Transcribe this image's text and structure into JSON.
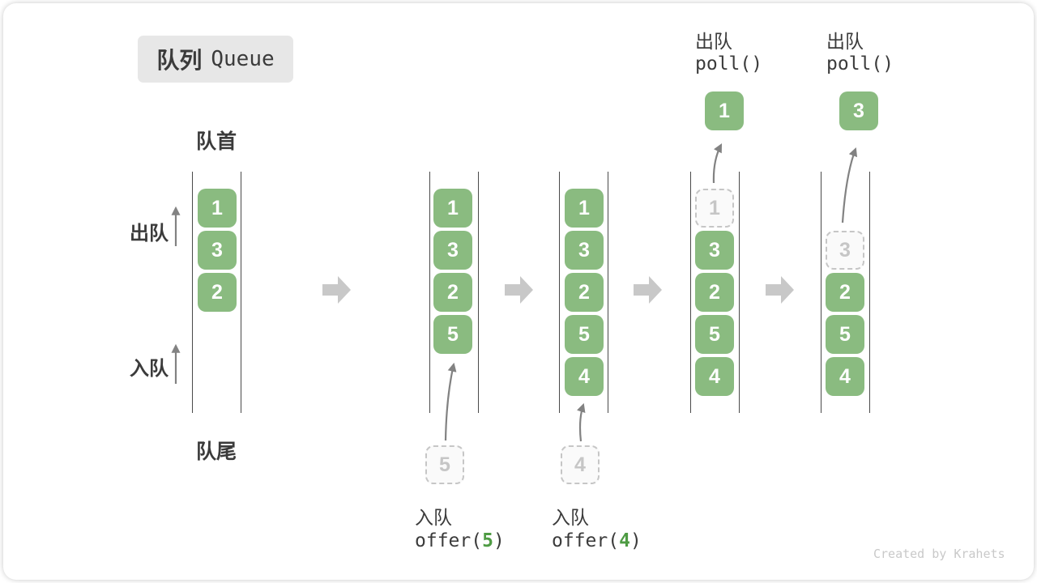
{
  "title": {
    "zh": "队列",
    "en": "Queue"
  },
  "labels": {
    "front": "队首",
    "rear": "队尾",
    "dequeue": "出队",
    "enqueue": "入队"
  },
  "states": [
    {
      "name": "initial",
      "boxes": [
        {
          "value": "1"
        },
        {
          "value": "3"
        },
        {
          "value": "2"
        }
      ]
    },
    {
      "name": "after-offer-5",
      "boxes": [
        {
          "value": "1"
        },
        {
          "value": "3"
        },
        {
          "value": "2"
        },
        {
          "value": "5"
        }
      ],
      "incoming": "5"
    },
    {
      "name": "after-offer-4",
      "boxes": [
        {
          "value": "1"
        },
        {
          "value": "3"
        },
        {
          "value": "2"
        },
        {
          "value": "5"
        },
        {
          "value": "4"
        }
      ],
      "incoming": "4"
    },
    {
      "name": "after-poll-1",
      "boxes": [
        {
          "value": "1",
          "removed": true
        },
        {
          "value": "3"
        },
        {
          "value": "2"
        },
        {
          "value": "5"
        },
        {
          "value": "4"
        }
      ],
      "result": "1"
    },
    {
      "name": "after-poll-3",
      "boxes": [
        {
          "value": "3",
          "removed": true
        },
        {
          "value": "2"
        },
        {
          "value": "5"
        },
        {
          "value": "4"
        }
      ],
      "result": "3"
    }
  ],
  "operations": {
    "offer5": {
      "label": "入队",
      "fn": "offer(",
      "arg": "5",
      "close": ")"
    },
    "offer4": {
      "label": "入队",
      "fn": "offer(",
      "arg": "4",
      "close": ")"
    },
    "poll1": {
      "label": "出队",
      "code": "poll()"
    },
    "poll2": {
      "label": "出队",
      "code": "poll()"
    }
  },
  "watermark": "Created by Krahets",
  "colors": {
    "box_green": "#8abb80",
    "code_green": "#4e9b43",
    "text_dark": "#3b3b3b",
    "flow_arrow_gray": "#c8c8c8",
    "dashed_gray": "#c6c6c6",
    "wall_dark": "#4a4a4a"
  }
}
